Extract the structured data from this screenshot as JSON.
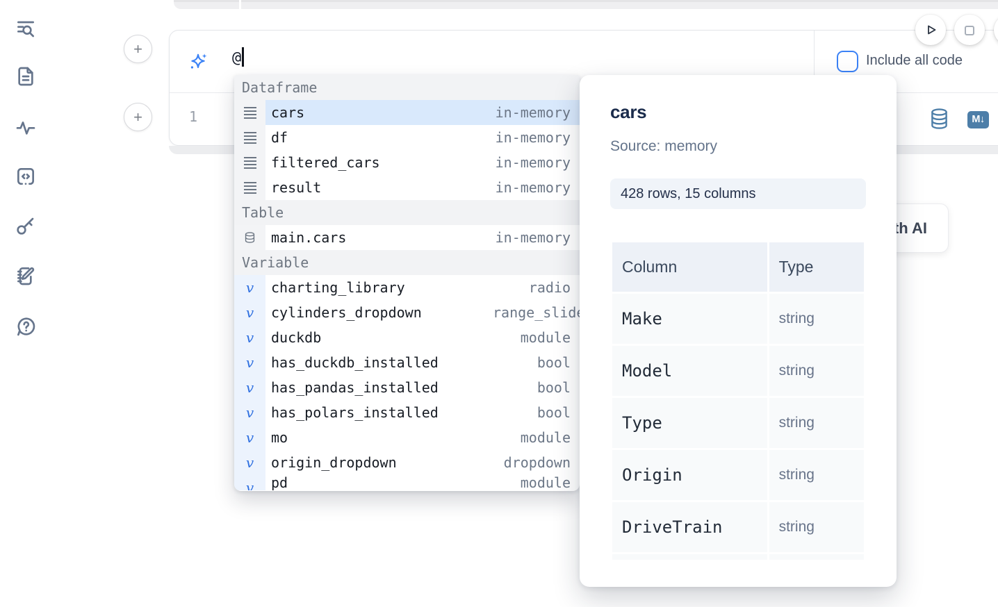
{
  "sidebar": {
    "icons": [
      "contents-search",
      "file-document",
      "activity-pulse",
      "code-snippets",
      "key",
      "scratchpad",
      "help-chat"
    ]
  },
  "run_controls": {
    "include_all_code_label": "Include all code"
  },
  "cell": {
    "line_number": "1",
    "prompt_value": "@"
  },
  "ai_button": {
    "label": "with AI"
  },
  "markdown_badge": "M↓",
  "autocomplete": {
    "sections": [
      {
        "label": "Dataframe",
        "kind": "dataframe",
        "items": [
          {
            "name": "cars",
            "type": "in-memory",
            "selected": true
          },
          {
            "name": "df",
            "type": "in-memory"
          },
          {
            "name": "filtered_cars",
            "type": "in-memory"
          },
          {
            "name": "result",
            "type": "in-memory"
          }
        ]
      },
      {
        "label": "Table",
        "kind": "table",
        "items": [
          {
            "name": "main.cars",
            "type": "in-memory"
          }
        ]
      },
      {
        "label": "Variable",
        "kind": "variable",
        "items": [
          {
            "name": "charting_library",
            "type": "radio"
          },
          {
            "name": "cylinders_dropdown",
            "type": "range_slider"
          },
          {
            "name": "duckdb",
            "type": "module"
          },
          {
            "name": "has_duckdb_installed",
            "type": "bool"
          },
          {
            "name": "has_pandas_installed",
            "type": "bool"
          },
          {
            "name": "has_polars_installed",
            "type": "bool"
          },
          {
            "name": "mo",
            "type": "module"
          },
          {
            "name": "origin_dropdown",
            "type": "dropdown"
          },
          {
            "name": "pd",
            "type": "module",
            "clipped": true
          }
        ]
      }
    ]
  },
  "preview": {
    "title": "cars",
    "source_label": "Source: memory",
    "shape_badge": "428 rows, 15 columns",
    "schema": {
      "headers": [
        "Column",
        "Type"
      ],
      "rows": [
        [
          "Make",
          "string"
        ],
        [
          "Model",
          "string"
        ],
        [
          "Type",
          "string"
        ],
        [
          "Origin",
          "string"
        ],
        [
          "DriveTrain",
          "string"
        ]
      ],
      "clipped_row": true
    }
  },
  "colors": {
    "accent_blue": "#3b82f6",
    "steel_blue": "#4d7ea8",
    "selected_row": "#d9e9fc",
    "icon_slate": "#66758c"
  }
}
